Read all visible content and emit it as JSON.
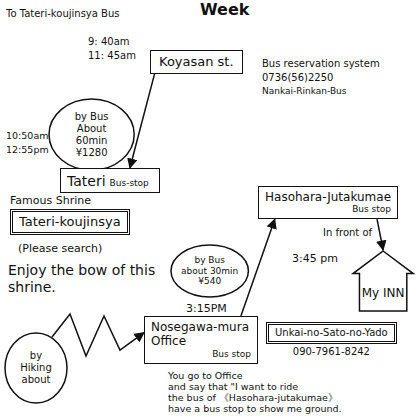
{
  "diagram": {
    "title": "Week",
    "nodes": [
      {
        "text": [
          "Koyasan st."
        ]
      },
      {
        "text": [
          "by Bus About 60min ¥1280"
        ]
      },
      {
        "text": [
          "Tateri",
          "Bus-stop"
        ]
      },
      {
        "text": [
          "Famous Shrine",
          "Tateri-koujinsya"
        ]
      },
      {
        "text": [
          "Hasohara-Jutakumae",
          "Bus stop"
        ]
      },
      {
        "text": [
          "by Bus about 30min ¥540"
        ]
      },
      {
        "text": [
          "Nosegawa-mura Office",
          "Bus stop"
        ]
      },
      {
        "text": [
          "My INN"
        ]
      },
      {
        "text": [
          "Unkai-no-Sato-no-Yado",
          "090-7961-8242"
        ]
      },
      {
        "text": [
          "by Hiking about"
        ]
      }
    ],
    "edges": [
      {
        "from": 0,
        "to": 2,
        "arrow": "to"
      },
      {
        "from": 6,
        "to": 4,
        "arrow": "to"
      },
      {
        "from": 4,
        "to": 7,
        "arrow": "to",
        "label": "In front of"
      },
      {
        "from": 9,
        "to": 6,
        "arrow": "to"
      }
    ],
    "labels": [
      "To Tateri-koujinsya Bus",
      "9: 40am",
      "11: 45am",
      "Bus reservation system",
      "0736(56)2250",
      "Nankai-Rinkan-Bus",
      "10:50am",
      "12:55pm",
      "(Please search)",
      "Enjoy the bow of this shrine.",
      "3:45 pm",
      "3:15PM",
      "You go to Office",
      "and say that \"I want to ride",
      "the bus of 《Hasohara-jutakumae》",
      "have a bus stop to show me ground."
    ]
  }
}
